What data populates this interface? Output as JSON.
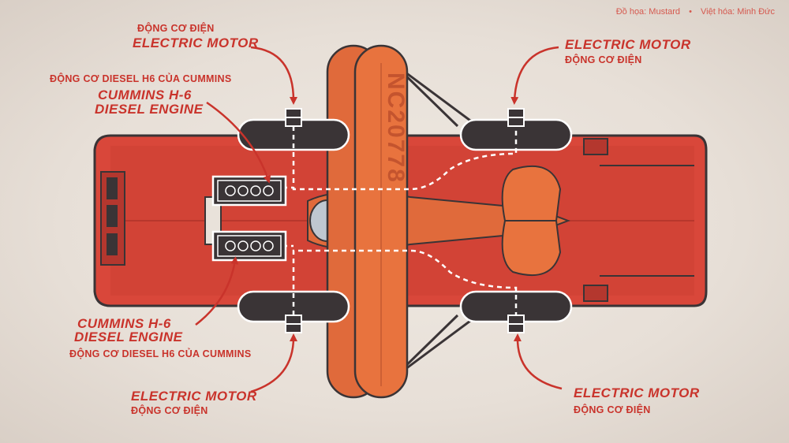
{
  "credits": {
    "graphics": "Đồ họa: Mustard",
    "separator": "•",
    "translation": "Việt hóa: Minh Đức"
  },
  "aircraft": {
    "registration": "NC20778"
  },
  "labels": {
    "motor_top_left": {
      "vi": "ĐỘNG CƠ ĐIỆN",
      "en": "ELECTRIC MOTOR"
    },
    "motor_top_right": {
      "en": "ELECTRIC MOTOR",
      "vi": "ĐỘNG CƠ ĐIỆN"
    },
    "engine_top": {
      "vi": "ĐỘNG CƠ DIESEL H6 CỦA CUMMINS",
      "en_line1": "CUMMINS H-6",
      "en_line2": "DIESEL ENGINE"
    },
    "engine_bottom": {
      "en_line1": "CUMMINS H-6",
      "en_line2": "DIESEL ENGINE",
      "vi": "ĐỘNG CƠ DIESEL H6 CỦA CUMMINS"
    },
    "motor_bottom_left": {
      "en": "ELECTRIC MOTOR",
      "vi": "ĐỘNG CƠ ĐIỆN"
    },
    "motor_bottom_right": {
      "en": "ELECTRIC MOTOR",
      "vi": "ĐỘNG CƠ ĐIỆN"
    }
  },
  "colors": {
    "label_red": "#c9332b",
    "hull_red": "#d9473a",
    "wing_orange": "#e8733e",
    "outline_white": "#ffffff",
    "dark_line": "#3a3436"
  }
}
